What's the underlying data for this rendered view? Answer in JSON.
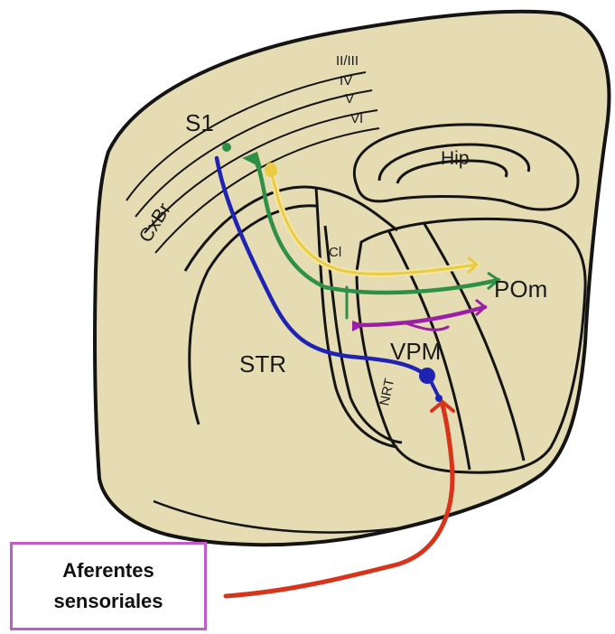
{
  "labels": {
    "s1": "S1",
    "layer_23": "II/III",
    "layer_4": "IV",
    "layer_5": "V",
    "layer_6": "VI",
    "cxbr": "CxBr",
    "hip": "Hip",
    "cl": "Cl",
    "pom": "POm",
    "vpm": "VPM",
    "str": "STR",
    "nrt": "NRT"
  },
  "callout": {
    "line1": "Aferentes",
    "line2": "sensoriales"
  },
  "colors": {
    "tissue": "#e6dcb4",
    "outline": "#141414",
    "afferent_red": "#d8341c",
    "vpm_blue": "#1f23b4",
    "pom_green": "#2e8f46",
    "yellow_pathway": "#e9cc43",
    "nrt_purple": "#9a1fa6",
    "callout_border": "#c05bc9"
  }
}
